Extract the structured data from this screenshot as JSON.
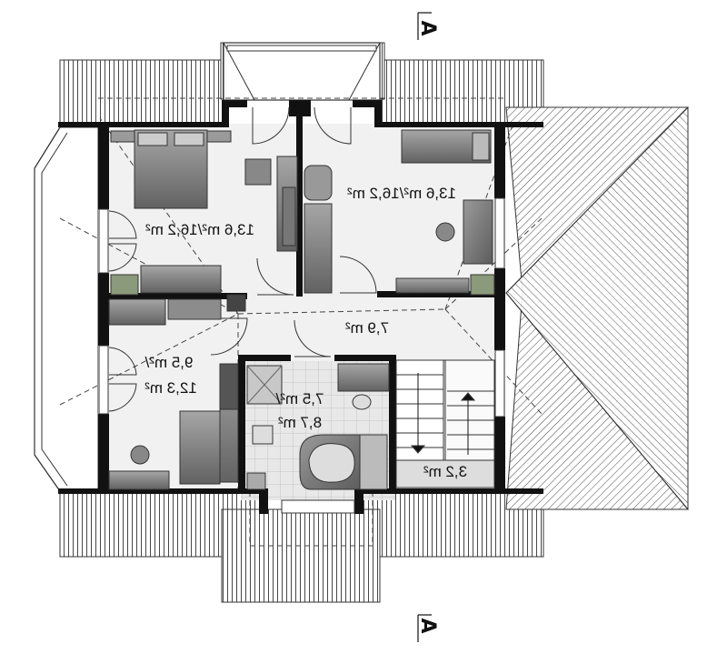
{
  "section_marker": "A",
  "rooms": {
    "bedroom_left_area": "13,6 m²/16,2 m²",
    "bedroom_right_area": "13,6 m²/16,2 m²",
    "hall_area": "7,9 m²",
    "bedroom_small_area_1": "9,5 m²/",
    "bedroom_small_area_2": "12,3 m²",
    "bathroom_area_1": "7,5 m²/",
    "bathroom_area_2": "8,7 m²",
    "stair_area": "3,2 m²"
  }
}
